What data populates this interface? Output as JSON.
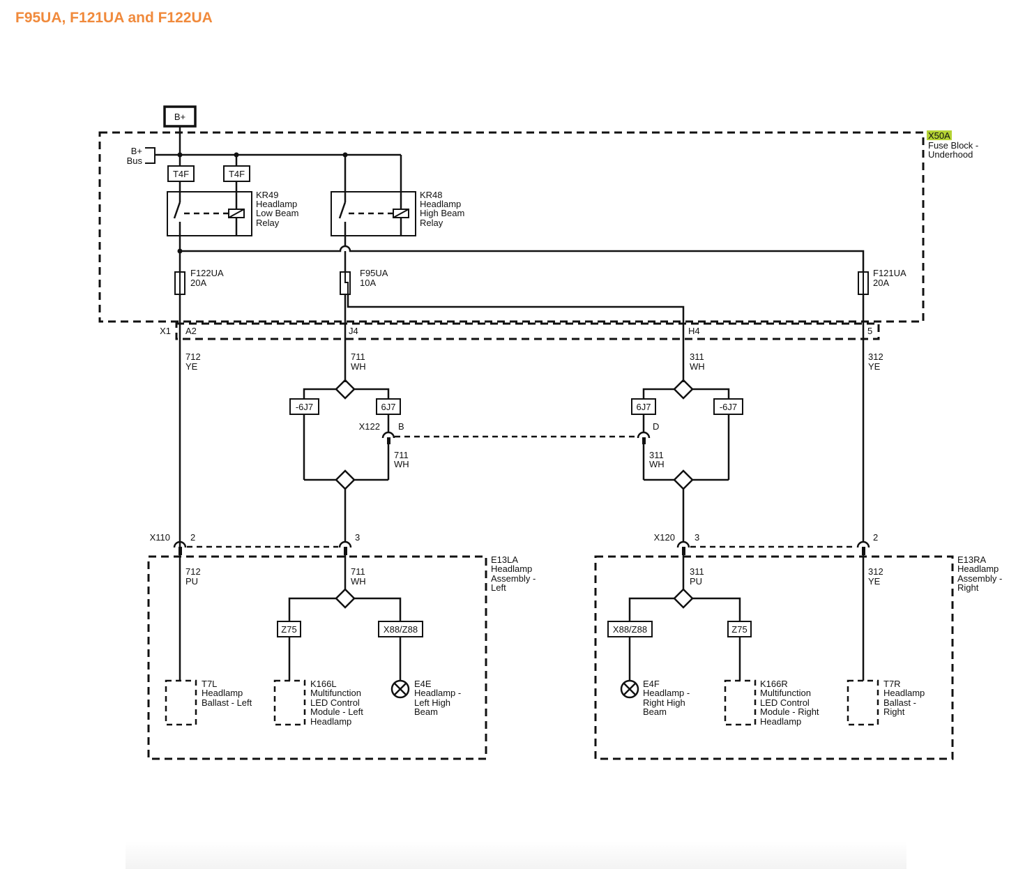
{
  "title": "F95UA, F121UA and F122UA",
  "accent_color": "#f08a3c",
  "highlight_color": "#b5d334",
  "supply": {
    "battery": "B+",
    "bus": [
      "B+",
      "Bus"
    ]
  },
  "fuse_block": {
    "id": "X50A",
    "name": [
      "Fuse Block -",
      "Underhood"
    ]
  },
  "relay_tags": [
    "T4F",
    "T4F"
  ],
  "relays": [
    {
      "id": "KR49",
      "lines": [
        "Headlamp",
        "Low Beam",
        "Relay"
      ]
    },
    {
      "id": "KR48",
      "lines": [
        "Headlamp",
        "High Beam",
        "Relay"
      ]
    }
  ],
  "fuses": [
    {
      "id": "F122UA",
      "rating": "20A"
    },
    {
      "id": "F95UA",
      "rating": "10A"
    },
    {
      "id": "F121UA",
      "rating": "20A"
    }
  ],
  "connector_x1": {
    "name": "X1",
    "pins": [
      "A2",
      "J4",
      "H4",
      "5"
    ]
  },
  "circuits_top": [
    {
      "num": "712",
      "color": "YE"
    },
    {
      "num": "711",
      "color": "WH"
    },
    {
      "num": "311",
      "color": "WH"
    },
    {
      "num": "312",
      "color": "YE"
    }
  ],
  "options_mid": [
    "-6J7",
    "6J7",
    "6J7",
    "-6J7"
  ],
  "connector_x122": {
    "name": "X122",
    "pins": [
      "B",
      "D"
    ]
  },
  "circuits_mid": [
    {
      "num": "711",
      "color": "WH"
    },
    {
      "num": "311",
      "color": "WH"
    }
  ],
  "connector_x110": {
    "name": "X110",
    "pins": [
      "2",
      "3"
    ]
  },
  "connector_x120": {
    "name": "X120",
    "pins": [
      "3",
      "2"
    ]
  },
  "assemblies": [
    {
      "id": "E13LA",
      "lines": [
        "Headlamp",
        "Assembly -",
        "Left"
      ]
    },
    {
      "id": "E13RA",
      "lines": [
        "Headlamp",
        "Assembly -",
        "Right"
      ]
    }
  ],
  "circuits_low": [
    {
      "num": "712",
      "color": "PU"
    },
    {
      "num": "711",
      "color": "WH"
    },
    {
      "num": "311",
      "color": "PU"
    },
    {
      "num": "312",
      "color": "YE"
    }
  ],
  "options_low": [
    "Z75",
    "X88/Z88",
    "X88/Z88",
    "Z75"
  ],
  "components": [
    {
      "id": "T7L",
      "lines": [
        "Headlamp",
        "Ballast - Left"
      ]
    },
    {
      "id": "K166L",
      "lines": [
        "Multifunction",
        "LED Control",
        "Module - Left",
        "Headlamp"
      ]
    },
    {
      "id": "E4E",
      "lines": [
        "Headlamp -",
        "Left High",
        "Beam"
      ]
    },
    {
      "id": "E4F",
      "lines": [
        "Headlamp -",
        "Right High",
        "Beam"
      ]
    },
    {
      "id": "K166R",
      "lines": [
        "Multifunction",
        "LED Control",
        "Module - Right",
        "Headlamp"
      ]
    },
    {
      "id": "T7R",
      "lines": [
        "Headlamp",
        "Ballast -",
        "Right"
      ]
    }
  ]
}
